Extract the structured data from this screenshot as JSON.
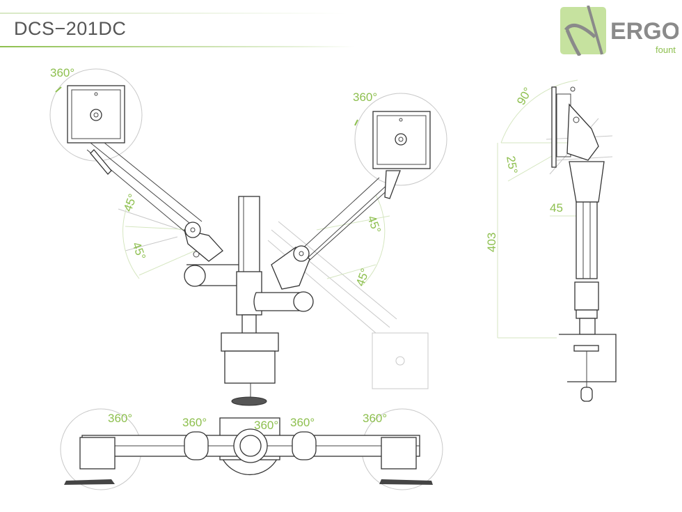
{
  "header": {
    "title": "DCS−201DC"
  },
  "logo": {
    "brand": "ERGO",
    "sub": "fount"
  },
  "colors": {
    "accent": "#8dbf4e",
    "logo_bg": "#c6e29f",
    "line": "#333333"
  },
  "front_view": {
    "left_rotation": "360°",
    "right_rotation": "360°",
    "left_arm_upper": "45°",
    "left_arm_lower": "45°",
    "right_arm_upper": "45°",
    "right_arm_lower": "45°"
  },
  "side_view": {
    "tilt_up": "90°",
    "tilt_down": "25°",
    "offset": "45",
    "height": "403"
  },
  "top_view": {
    "rotations": [
      "360°",
      "360°",
      "360°",
      "360°",
      "360°"
    ]
  }
}
